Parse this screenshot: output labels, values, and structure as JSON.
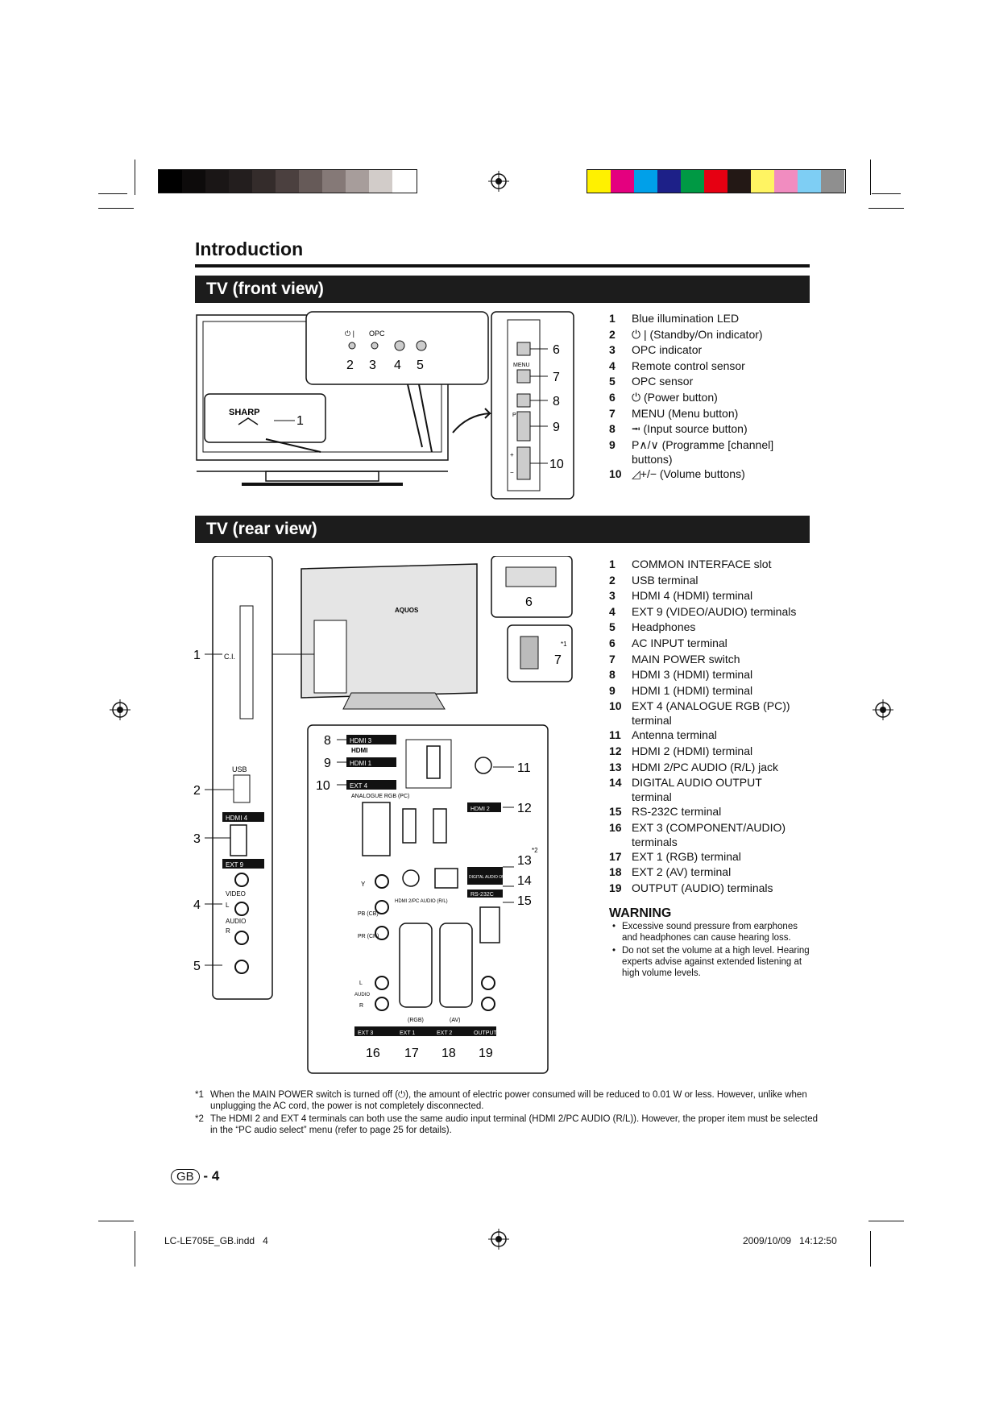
{
  "page_title": "Introduction",
  "sections": {
    "front": "TV (front view)",
    "rear": "TV (rear view)"
  },
  "front_legend": [
    {
      "n": "1",
      "t": "Blue illumination LED"
    },
    {
      "n": "2",
      "t": "⏻ | (Standby/On indicator)"
    },
    {
      "n": "3",
      "t": "OPC indicator"
    },
    {
      "n": "4",
      "t": "Remote control sensor"
    },
    {
      "n": "5",
      "t": "OPC sensor"
    },
    {
      "n": "6",
      "t": "⏻ (Power button)"
    },
    {
      "n": "7",
      "t": "MENU (Menu button)"
    },
    {
      "n": "8",
      "t": "⭲ (Input source button)"
    },
    {
      "n": "9",
      "t": "P∧/∨ (Programme [channel] buttons)"
    },
    {
      "n": "10",
      "t": "◿+/− (Volume buttons)"
    }
  ],
  "rear_legend": [
    {
      "n": "1",
      "t": "COMMON INTERFACE slot"
    },
    {
      "n": "2",
      "t": "USB terminal"
    },
    {
      "n": "3",
      "t": "HDMI 4 (HDMI) terminal"
    },
    {
      "n": "4",
      "t": "EXT 9 (VIDEO/AUDIO) terminals"
    },
    {
      "n": "5",
      "t": "Headphones"
    },
    {
      "n": "6",
      "t": "AC INPUT terminal"
    },
    {
      "n": "7",
      "t": "MAIN POWER switch"
    },
    {
      "n": "8",
      "t": "HDMI 3 (HDMI) terminal"
    },
    {
      "n": "9",
      "t": "HDMI 1 (HDMI) terminal"
    },
    {
      "n": "10",
      "t": "EXT 4 (ANALOGUE RGB (PC)) terminal"
    },
    {
      "n": "11",
      "t": "Antenna terminal"
    },
    {
      "n": "12",
      "t": "HDMI 2 (HDMI) terminal"
    },
    {
      "n": "13",
      "t": "HDMI 2/PC AUDIO (R/L) jack"
    },
    {
      "n": "14",
      "t": "DIGITAL AUDIO OUTPUT terminal"
    },
    {
      "n": "15",
      "t": "RS-232C terminal"
    },
    {
      "n": "16",
      "t": "EXT 3 (COMPONENT/AUDIO) terminals"
    },
    {
      "n": "17",
      "t": "EXT 1 (RGB) terminal"
    },
    {
      "n": "18",
      "t": "EXT 2 (AV) terminal"
    },
    {
      "n": "19",
      "t": "OUTPUT (AUDIO) terminals"
    }
  ],
  "warning": {
    "title": "WARNING",
    "items": [
      "Excessive sound pressure from earphones and headphones can cause hearing loss.",
      "Do not set the volume at a high level. Hearing experts advise against extended listening at high volume levels."
    ]
  },
  "footnotes": [
    {
      "mark": "*1",
      "text": "When the MAIN POWER switch is turned off (⏻), the amount of electric power consumed will be reduced to 0.01 W or less. However, unlike when unplugging the AC cord, the power is not completely disconnected."
    },
    {
      "mark": "*2",
      "text": "The HDMI 2 and EXT 4 terminals can both use the same audio input terminal (HDMI 2/PC AUDIO (R/L)). However, the proper item must be selected in the “PC audio select” menu (refer to page 25 for details)."
    }
  ],
  "page_number": {
    "badge": "GB",
    "sep": "-",
    "num": "4"
  },
  "print_info": {
    "file": "LC-LE705E_GB.indd   4",
    "datetime": "2009/10/09   14:12:50"
  },
  "color_bar": {
    "grays": [
      "#000000",
      "#0d0b0b",
      "#1a1616",
      "#231e1e",
      "#342c2b",
      "#4b403f",
      "#665a58",
      "#857977",
      "#a79d9b",
      "#d2ccc9",
      "#ffffff"
    ],
    "colors": [
      "#fff100",
      "#e4007f",
      "#00a0e9",
      "#1d2088",
      "#009944",
      "#e60012",
      "#231815",
      "#fff462",
      "#f18cc0",
      "#7ecef4",
      "#8f8f8f"
    ]
  },
  "front_diagram": {
    "logo": "SHARP",
    "led_labels": [
      "⏻ |",
      "OPC"
    ],
    "callouts": [
      "1",
      "2",
      "3",
      "4",
      "5",
      "6",
      "7",
      "8",
      "9",
      "10"
    ],
    "side_labels": [
      "MENU",
      "P",
      "+",
      "−"
    ]
  },
  "rear_diagram": {
    "left_callouts": [
      "1",
      "2",
      "3",
      "4",
      "5"
    ],
    "panel_labels": [
      "C.I.",
      "USB",
      "HDMI 4",
      "EXT 9",
      "VIDEO",
      "L",
      "AUDIO",
      "R"
    ],
    "tv_logo": "AQUOS",
    "ac_callout": "6",
    "switch_callout": "7",
    "switch_mark": "*1",
    "main_callouts": [
      "8",
      "9",
      "10",
      "11",
      "12",
      "13",
      "14",
      "15"
    ],
    "main_labels": [
      "HDMI 3",
      "HDMI 1",
      "EXT 4",
      "ANALOGUE RGB (PC)",
      "HDMI 2",
      "*2",
      "DIGITAL AUDIO OUTPUT",
      "RS-232C",
      "Y",
      "HDMI 2/PC AUDIO (R/L)",
      "PB (CB)",
      "PR (CR)",
      "L",
      "AUDIO",
      "R",
      "(RGB)",
      "(AV)",
      "EXT 3",
      "EXT 1",
      "EXT 2",
      "OUTPUT",
      "HDMI"
    ],
    "bottom_callouts": [
      "16",
      "17",
      "18",
      "19"
    ]
  }
}
